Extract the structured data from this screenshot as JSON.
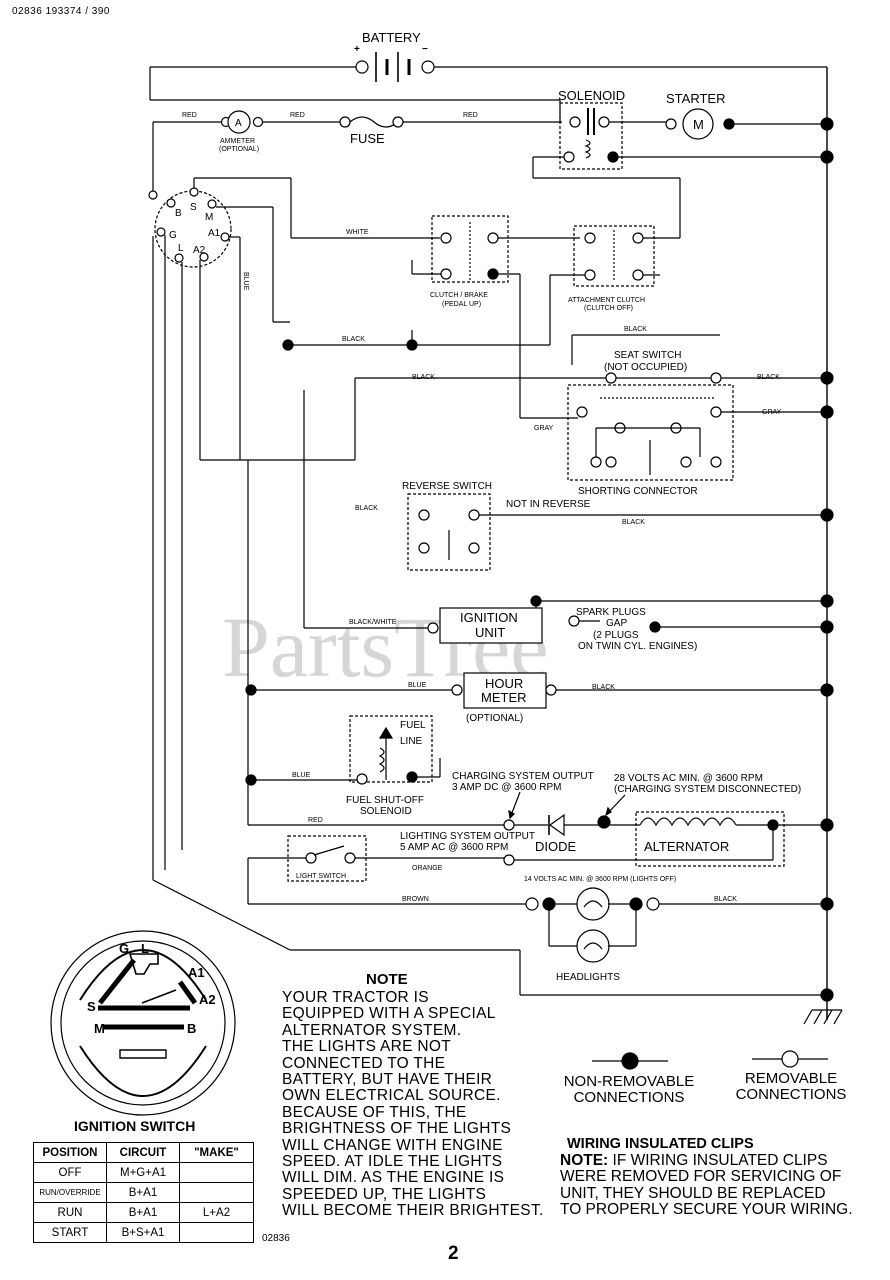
{
  "header": {
    "code": "02836 193374 / 390"
  },
  "watermark": "PartsTree",
  "components": {
    "battery": "BATTERY",
    "solenoid": "SOLENOID",
    "starter": "STARTER",
    "starter_symbol": "M",
    "ammeter_symbol": "A",
    "ammeter_label_1": "AMMETER",
    "ammeter_label_2": "(OPTIONAL)",
    "fuse": "FUSE",
    "clutch_brake_1": "CLUTCH / BRAKE",
    "clutch_brake_2": "(PEDAL UP)",
    "attachment_clutch_1": "ATTACHMENT CLUTCH",
    "attachment_clutch_2": "(CLUTCH OFF)",
    "seat_switch_1": "SEAT SWITCH",
    "seat_switch_2": "(NOT OCCUPIED)",
    "shorting_connector": "SHORTING CONNECTOR",
    "reverse_switch": "REVERSE SWITCH",
    "reverse_state": "NOT IN REVERSE",
    "ignition_unit_1": "IGNITION",
    "ignition_unit_2": "UNIT",
    "spark_plugs_1": "SPARK PLUGS",
    "spark_plugs_2": "GAP",
    "spark_plugs_3": "(2 PLUGS",
    "spark_plugs_4": "ON TWIN CYL. ENGINES)",
    "hour_meter_1": "HOUR",
    "hour_meter_2": "METER",
    "hour_meter_3": "(OPTIONAL)",
    "fuel_line_1": "FUEL",
    "fuel_line_2": "LINE",
    "fuel_solenoid_1": "FUEL SHUT-OFF",
    "fuel_solenoid_2": "SOLENOID",
    "charging_output_1": "CHARGING SYSTEM OUTPUT",
    "charging_output_2": "3 AMP DC @ 3600 RPM",
    "ac_min_1": "28 VOLTS AC MIN. @ 3600 RPM",
    "ac_min_2": "(CHARGING SYSTEM DISCONNECTED)",
    "diode": "DIODE",
    "alternator": "ALTERNATOR",
    "lighting_output_1": "LIGHTING SYSTEM OUTPUT",
    "lighting_output_2": "5 AMP AC @ 3600 RPM",
    "lights_off": "14 VOLTS AC MIN. @ 3600 RPM (LIGHTS OFF)",
    "light_switch": "LIGHT SWITCH",
    "headlights": "HEADLIGHTS"
  },
  "ignition_terminals": [
    "B",
    "S",
    "M",
    "G",
    "L",
    "A1",
    "A2"
  ],
  "wire_colors": {
    "red": "RED",
    "white": "WHITE",
    "black": "BLACK",
    "blue": "BLUE",
    "gray": "GRAY",
    "black_white": "BLACK/WHITE",
    "orange": "ORANGE",
    "brown": "BROWN"
  },
  "note": {
    "title": "NOTE",
    "lines": [
      "YOUR TRACTOR IS",
      "EQUIPPED WITH A SPECIAL",
      "ALTERNATOR SYSTEM.",
      "THE LIGHTS ARE NOT",
      "CONNECTED TO THE",
      "BATTERY, BUT HAVE THEIR",
      "OWN ELECTRICAL SOURCE.",
      "BECAUSE OF THIS, THE",
      "BRIGHTNESS OF THE LIGHTS",
      "WILL CHANGE WITH ENGINE",
      "SPEED.  AT IDLE THE LIGHTS",
      "WILL DIM.  AS THE ENGINE IS",
      "SPEEDED UP, THE LIGHTS",
      "WILL BECOME THEIR BRIGHTEST."
    ]
  },
  "legend": {
    "non_removable": "NON-REMOVABLE CONNECTIONS",
    "removable": "REMOVABLE CONNECTIONS"
  },
  "clips": {
    "title": "WIRING INSULATED CLIPS",
    "note_label": "NOTE:",
    "line1": " IF WIRING INSULATED CLIPS",
    "line2": "WERE REMOVED FOR SERVICING OF",
    "line3": " UNIT, THEY SHOULD BE REPLACED",
    "line4": "TO PROPERLY SECURE YOUR WIRING."
  },
  "ignition_switch": {
    "title": "IGNITION SWITCH",
    "headers": [
      "POSITION",
      "CIRCUIT",
      "\"MAKE\""
    ],
    "rows": [
      [
        "OFF",
        "M+G+A1",
        ""
      ],
      [
        "RUN/OVERRIDE",
        "B+A1",
        ""
      ],
      [
        "RUN",
        "B+A1",
        "L+A2"
      ],
      [
        "START",
        "B+S+A1",
        ""
      ]
    ],
    "face_labels": [
      "G",
      "L",
      "A1",
      "S",
      "A2",
      "M",
      "B"
    ]
  },
  "footer": {
    "code": "02836",
    "page": "2"
  }
}
